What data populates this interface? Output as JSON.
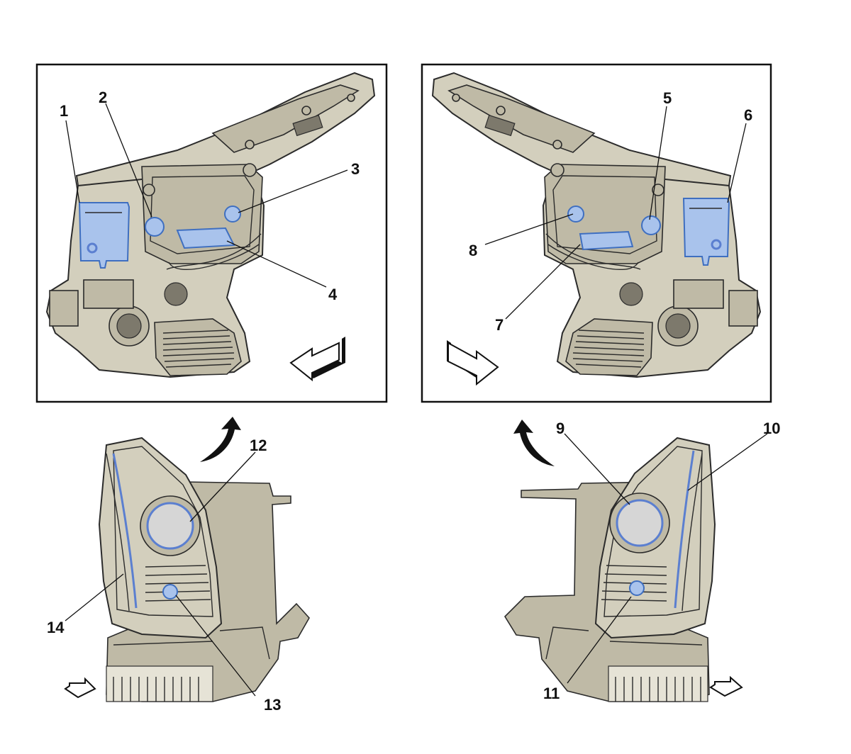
{
  "callouts": [
    "1",
    "2",
    "3",
    "4",
    "5",
    "6",
    "7",
    "8",
    "9",
    "10",
    "11",
    "12",
    "13",
    "14"
  ],
  "colors": {
    "housing": "#d3cfbd",
    "highlight": "#a9c3ec",
    "highlight_outline": "#3f6fc0",
    "line": "#111111"
  }
}
